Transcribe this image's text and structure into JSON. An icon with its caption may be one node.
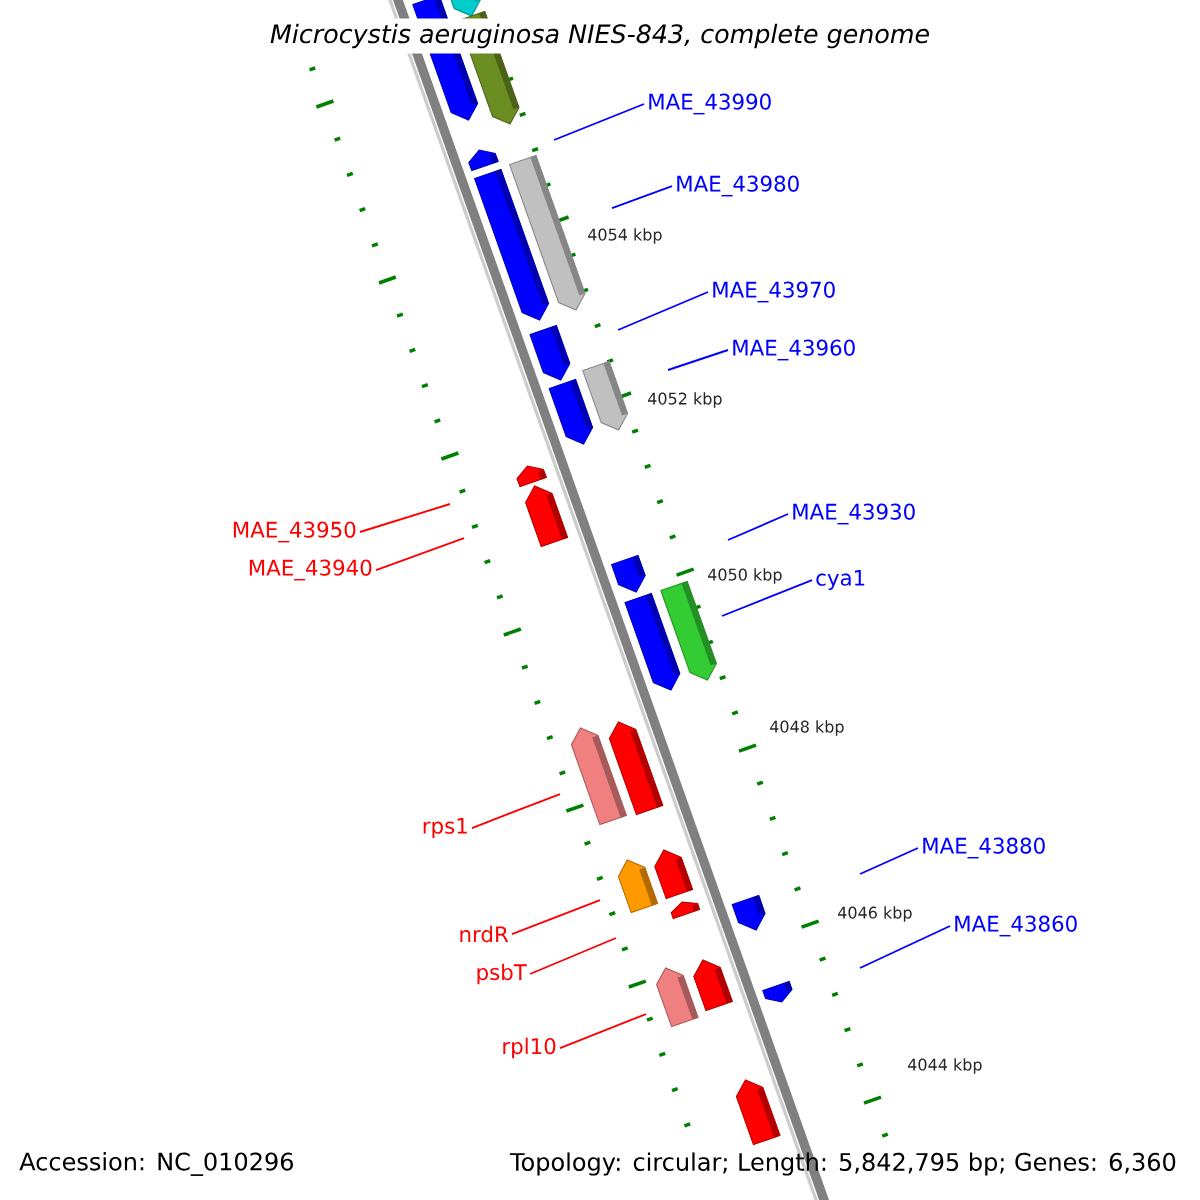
{
  "diagram": {
    "title": "Microcystis aeruginosa NIES-843, complete genome",
    "nodes": [
      {
        "text": [
          "MAE_43990"
        ]
      },
      {
        "text": [
          "MAE_43980"
        ]
      },
      {
        "text": [
          "MAE_43970"
        ]
      },
      {
        "text": [
          "MAE_43960"
        ]
      },
      {
        "text": [
          "MAE_43930"
        ]
      },
      {
        "text": [
          "MAE_43950"
        ]
      },
      {
        "text": [
          "MAE_43940"
        ]
      },
      {
        "text": [
          "cya1"
        ]
      },
      {
        "text": [
          "rps1"
        ]
      },
      {
        "text": [
          "MAE_43880"
        ]
      },
      {
        "text": [
          "MAE_43860"
        ]
      },
      {
        "text": [
          "nrdR"
        ]
      },
      {
        "text": [
          "psbT"
        ]
      },
      {
        "text": [
          "rpl10"
        ]
      }
    ],
    "edges": [
      {
        "from": 0,
        "to": null,
        "arrow": "none"
      },
      {
        "from": 1,
        "to": null,
        "arrow": "none"
      },
      {
        "from": 2,
        "to": null,
        "arrow": "none"
      },
      {
        "from": 3,
        "to": null,
        "arrow": "none"
      },
      {
        "from": 4,
        "to": null,
        "arrow": "none"
      },
      {
        "from": 5,
        "to": null,
        "arrow": "none",
        "color": "#ff0000"
      },
      {
        "from": 6,
        "to": null,
        "arrow": "none",
        "color": "#ff0000"
      },
      {
        "from": 7,
        "to": null,
        "arrow": "none"
      },
      {
        "from": 8,
        "to": null,
        "arrow": "none",
        "color": "#ff0000"
      },
      {
        "from": 9,
        "to": null,
        "arrow": "none"
      },
      {
        "from": 10,
        "to": null,
        "arrow": "none"
      },
      {
        "from": 11,
        "to": null,
        "arrow": "none",
        "color": "#ff0000"
      },
      {
        "from": 12,
        "to": null,
        "arrow": "none",
        "color": "#ff0000"
      },
      {
        "from": 13,
        "to": null,
        "arrow": "none",
        "color": "#ff0000"
      }
    ],
    "labels": [
      "4054 kbp",
      "4052 kbp",
      "4050 kbp",
      "4048 kbp",
      "4046 kbp",
      "4044 kbp",
      "Accession: NC_010296",
      "Topology: circular; Length: 5,842,795 bp; Genes: 6,360"
    ]
  }
}
